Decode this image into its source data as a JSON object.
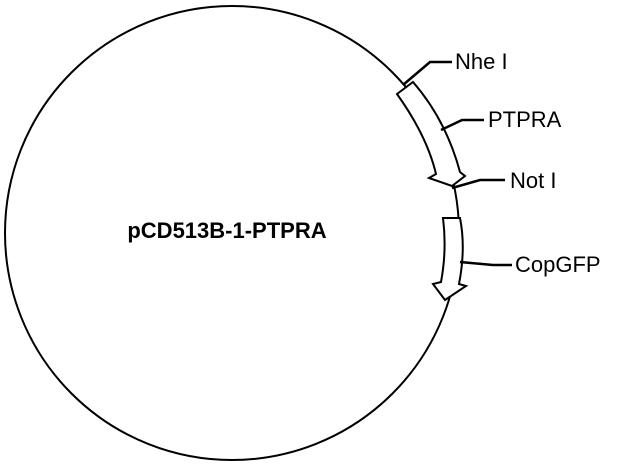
{
  "plasmid": {
    "name": "pCD513B-1-PTPRA"
  },
  "features": [
    {
      "label": "PTPRA",
      "kind": "gene"
    },
    {
      "label": "CopGFP",
      "kind": "gene"
    }
  ],
  "sites": [
    {
      "label": "Nhe I"
    },
    {
      "label": "Not I"
    }
  ],
  "colors": {
    "line": "#000000",
    "background": "#ffffff"
  }
}
